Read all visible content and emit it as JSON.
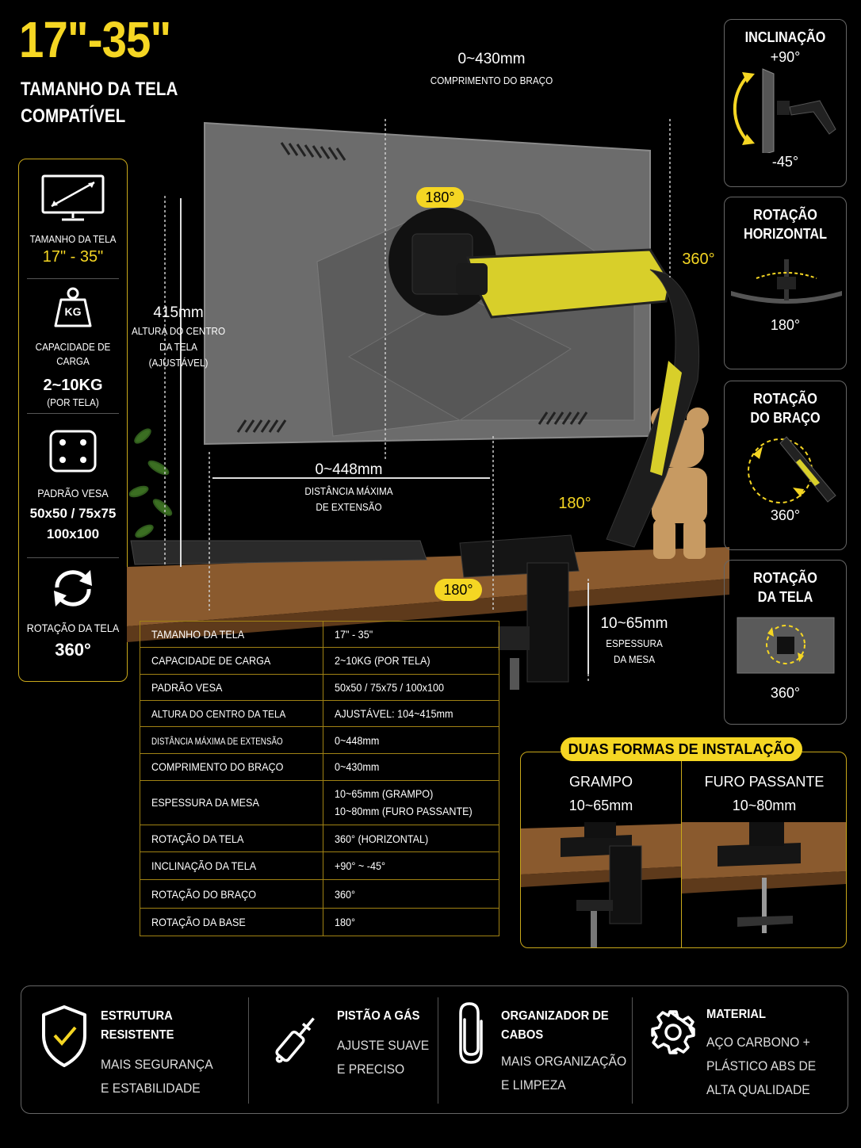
{
  "header": {
    "title": "17\"-35\"",
    "subtitle_line1": "TAMANHO DA TELA",
    "subtitle_line2": "COMPATÍVEL"
  },
  "left_specs": {
    "screen_label": "TAMANHO DA TELA",
    "screen_value": "17\" - 35\"",
    "kg_icon_text": "KG",
    "load_label": "CAPACIDADE DE CARGA",
    "load_value": "2~10KG",
    "load_note": "(POR TELA)",
    "vesa_label": "PADRÃO VESA",
    "vesa_value1": "50x50 / 75x75",
    "vesa_value2": "100x100",
    "rotation_label": "ROTAÇÃO DA TELA",
    "rotation_value": "360°"
  },
  "scene": {
    "arm_length_value": "0~430mm",
    "arm_length_label": "COMPRIMENTO DO BRAÇO",
    "height_value": "415mm",
    "height_label1": "ALTURA DO CENTRO",
    "height_label2": "DA TELA",
    "height_label3": "(AJUSTÁVEL)",
    "extension_value": "0~448mm",
    "extension_label1": "DISTÂNCIA MÁXIMA",
    "extension_label2": "DE EXTENSÃO",
    "desk_value": "10~65mm",
    "desk_label1": "ESPESSURA",
    "desk_label2": "DA MESA",
    "badge_head": "180°",
    "badge_side": "360°",
    "badge_elbow": "180°",
    "badge_base": "180°"
  },
  "right_panels": [
    {
      "title1": "INCLINAÇÃO",
      "title2": "",
      "top_value": "+90°",
      "bottom_value": "-45°"
    },
    {
      "title1": "ROTAÇÃO",
      "title2": "HORIZONTAL",
      "bottom_value": "180°"
    },
    {
      "title1": "ROTAÇÃO",
      "title2": "DO BRAÇO",
      "bottom_value": "360°"
    },
    {
      "title1": "ROTAÇÃO",
      "title2": "DA TELA",
      "bottom_value": "360°"
    }
  ],
  "spec_table": [
    {
      "label": "TAMANHO DA TELA",
      "value": "17\" - 35\""
    },
    {
      "label": "CAPACIDADE DE CARGA",
      "value": "2~10KG (POR TELA)"
    },
    {
      "label": "PADRÃO VESA",
      "value": "50x50 / 75x75 / 100x100"
    },
    {
      "label": "ALTURA DO CENTRO DA TELA",
      "value": "AJUSTÁVEL:  104~415mm"
    },
    {
      "label": "DISTÂNCIA MÁXIMA DE EXTENSÃO",
      "value": "0~448mm"
    },
    {
      "label": "COMPRIMENTO DO BRAÇO",
      "value": "0~430mm"
    },
    {
      "label": "ESPESSURA DA MESA",
      "value": "10~65mm (GRAMPO)",
      "value2": "10~80mm (FURO PASSANTE)"
    },
    {
      "label": "ROTAÇÃO DA TELA",
      "value": "360° (HORIZONTAL)"
    },
    {
      "label": "INCLINAÇÃO DA TELA",
      "value": "+90° ~ -45°"
    },
    {
      "label": "ROTAÇÃO DO BRAÇO",
      "value": "360°"
    },
    {
      "label": "ROTAÇÃO DA BASE",
      "value": "180°"
    }
  ],
  "install": {
    "badge": "DUAS FORMAS DE INSTALAÇÃO",
    "clamp_title": "GRAMPO",
    "clamp_value": "10~65mm",
    "grommet_title": "FURO PASSANTE",
    "grommet_value": "10~80mm"
  },
  "features": [
    {
      "icon": "shield-check-icon",
      "title": "ESTRUTURA RESISTENTE",
      "title2": "",
      "desc1": "MAIS SEGURANÇA",
      "desc2": "E ESTABILIDADE"
    },
    {
      "icon": "gas-piston-icon",
      "title": "PISTÃO A GÁS",
      "title2": "",
      "desc1": "AJUSTE SUAVE",
      "desc2": "E PRECISO"
    },
    {
      "icon": "paperclip-icon",
      "title": "ORGANIZADOR DE",
      "title2": "CABOS",
      "desc1": "MAIS ORGANIZAÇÃO",
      "desc2": "E LIMPEZA"
    },
    {
      "icon": "gear-icon",
      "title": "MATERIAL",
      "title2": "",
      "desc1": "AÇO CARBONO +",
      "desc2": "PLÁSTICO ABS DE",
      "desc3": "ALTA QUALIDADE"
    }
  ],
  "colors": {
    "accent": "#f5d623",
    "background": "#000000",
    "wood": "#8a5a2e"
  }
}
